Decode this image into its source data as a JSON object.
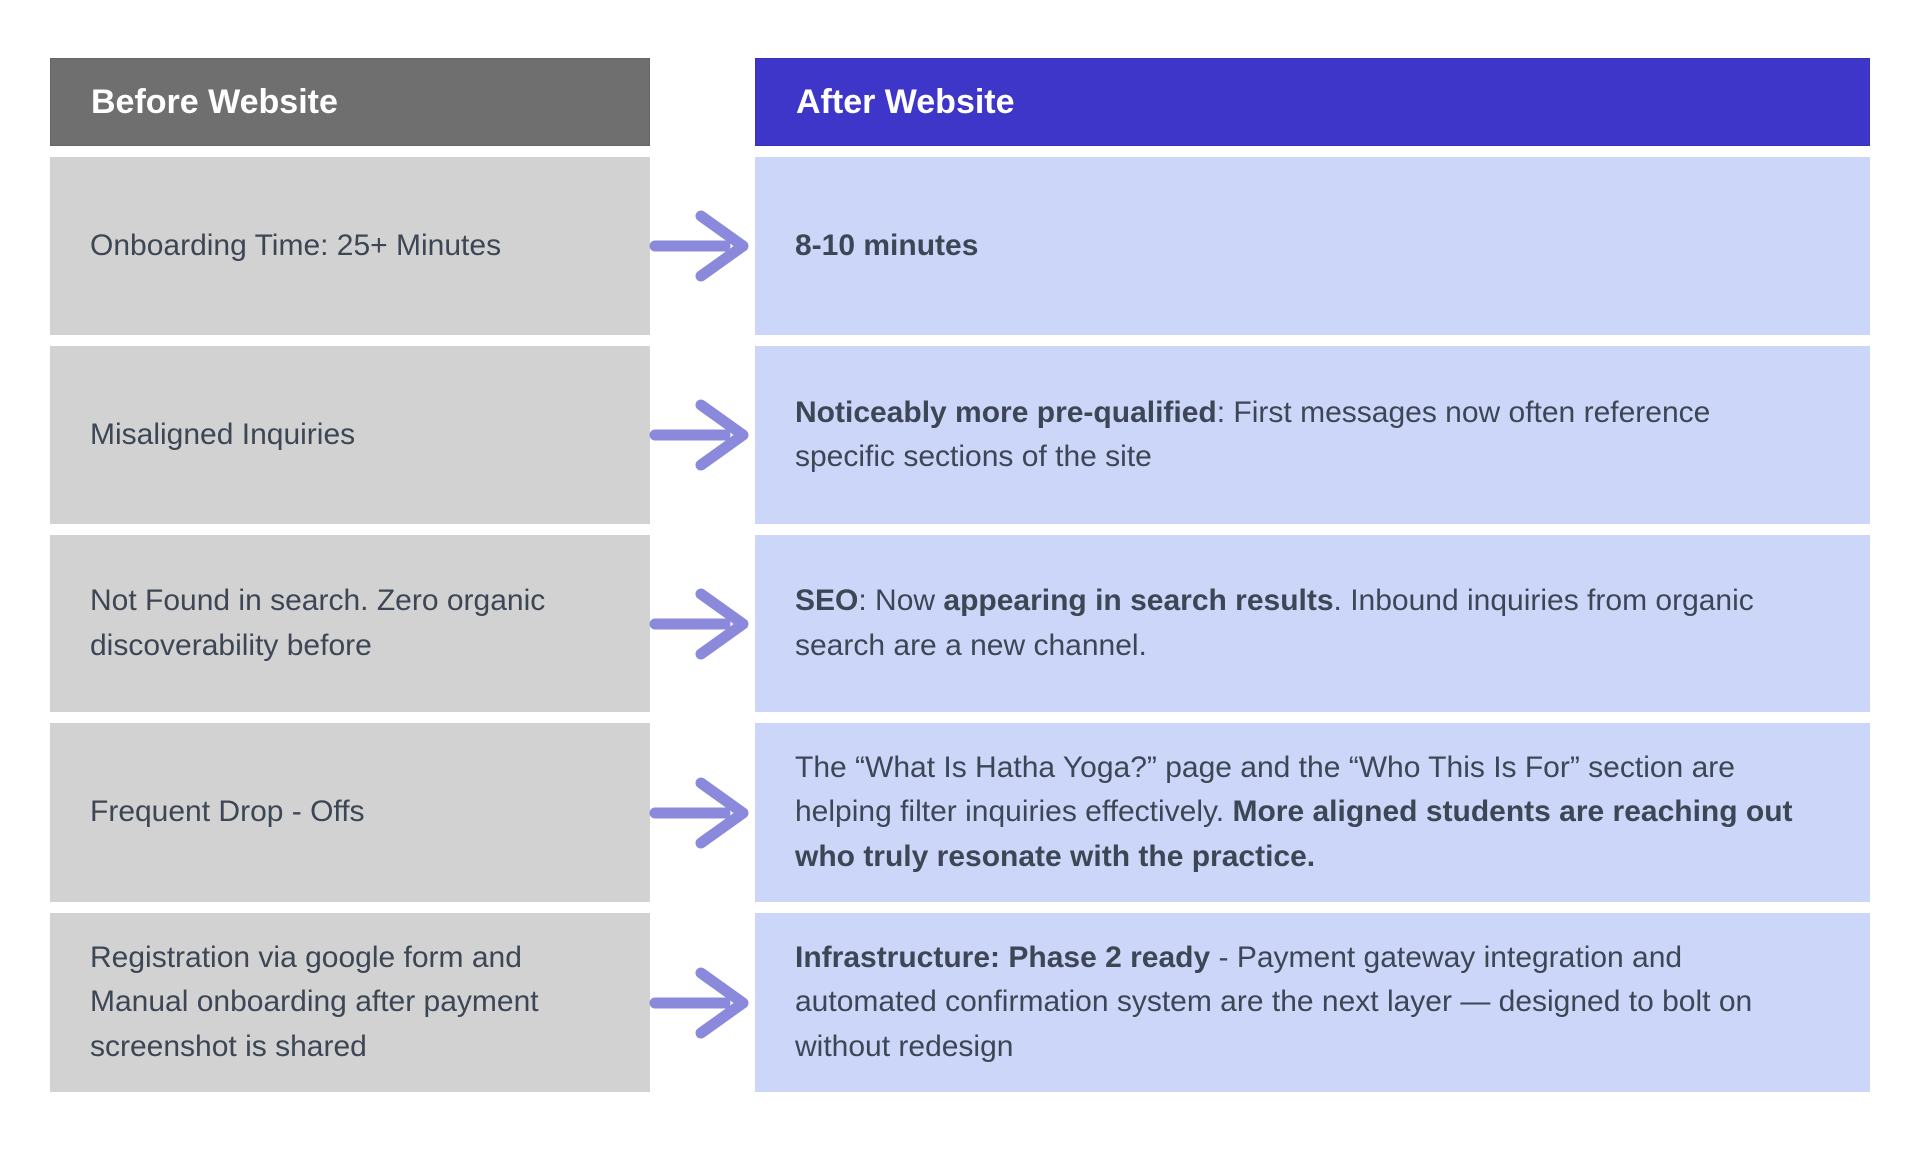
{
  "headers": {
    "before": "Before Website",
    "after": "After Website"
  },
  "rows": [
    {
      "before": "Onboarding Time: 25+ Minutes",
      "after": [
        {
          "text": "8-10 minutes",
          "bold": true
        }
      ]
    },
    {
      "before": "Misaligned Inquiries",
      "after": [
        {
          "text": "Noticeably more pre-qualified",
          "bold": true
        },
        {
          "text": ": First messages now often reference specific sections of the site",
          "bold": false
        }
      ]
    },
    {
      "before": "Not Found in search. Zero organic discoverability before",
      "after": [
        {
          "text": "SEO",
          "bold": true
        },
        {
          "text": ": Now ",
          "bold": false
        },
        {
          "text": "appearing in search results",
          "bold": true
        },
        {
          "text": ". Inbound inquiries from organic search are a new channel.",
          "bold": false
        }
      ]
    },
    {
      "before": "Frequent Drop - Offs",
      "after": [
        {
          "text": "The “What Is Hatha Yoga?” page and the “Who This Is For” section are helping filter inquiries effectively. ",
          "bold": false
        },
        {
          "text": "More aligned students are reaching out who truly resonate with the practice.",
          "bold": true
        }
      ]
    },
    {
      "before": "Registration via google form and Manual onboarding after payment screenshot is shared",
      "after": [
        {
          "text": "Infrastructure: Phase 2 ready",
          "bold": true
        },
        {
          "text": " - Payment gateway integration and automated confirmation system are the next layer — designed to bolt on without redesign",
          "bold": false
        }
      ]
    }
  ],
  "icons": {
    "row_arrow": "right-arrow-icon"
  },
  "colors": {
    "before_header_bg": "#6f6f6f",
    "after_header_bg": "#3d36c9",
    "before_row_bg": "#d2d2d2",
    "after_row_bg": "#ccd6f9",
    "arrow": "#8b89dc",
    "header_text": "#ffffff",
    "body_text": "#3d4654"
  }
}
